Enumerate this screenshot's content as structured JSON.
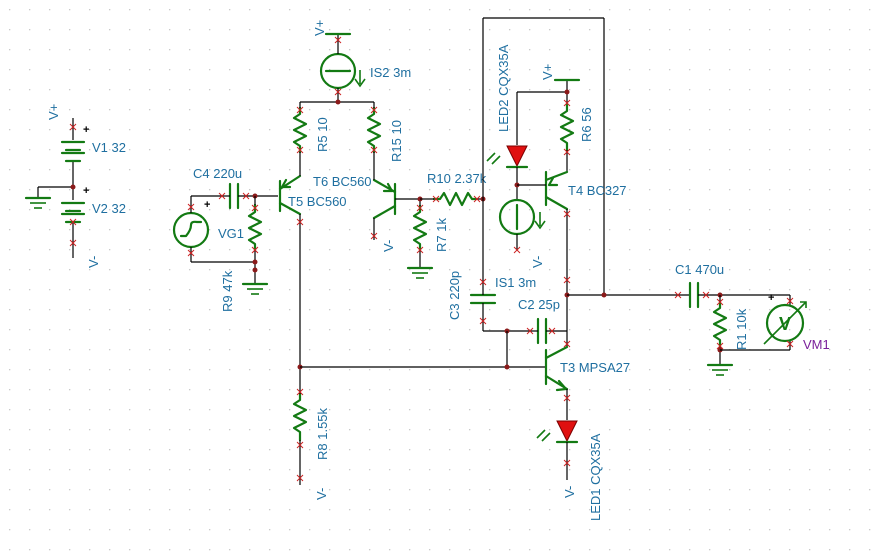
{
  "schematic": {
    "supplies": [
      {
        "id": "V1",
        "value": "32",
        "label": "V1 32"
      },
      {
        "id": "V2",
        "value": "32",
        "label": "V2 32"
      }
    ],
    "rails": {
      "positive": "V+",
      "negative": "V-"
    },
    "components": {
      "is2": "IS2 3m",
      "r5": "R5 10",
      "r15": "R15 10",
      "c4": "C4 220u",
      "vg1": "VG1",
      "t5": "T5 BC560",
      "r9": "R9 47k",
      "t6": "T6 BC560",
      "r10": "R10 2.37k",
      "r7": "R7 1k",
      "led2": "LED2 CQX35A",
      "r6": "R6 56",
      "t4": "T4 BC327",
      "is1": "IS1 3m",
      "c3": "C3 220p",
      "c2": "C2 25p",
      "c1": "C1 470u",
      "r1": "R1 10k",
      "vm1": "VM1",
      "t3": "T3 MPSA27",
      "r8": "R8 1.55k",
      "led1": "LED1 CQX35A"
    },
    "meter_glyph": "V",
    "polarity_plus": "+",
    "colors": {
      "label": "#1f6fa0",
      "meter_label": "#7a1f9a",
      "component": "#137a13",
      "wire": "#000000",
      "junction": "#8b1a1a",
      "pin_marker": "#cc2222",
      "led_fill": "#e01010",
      "grid_dot": "#c8c8c8",
      "background": "#ffffff"
    }
  }
}
